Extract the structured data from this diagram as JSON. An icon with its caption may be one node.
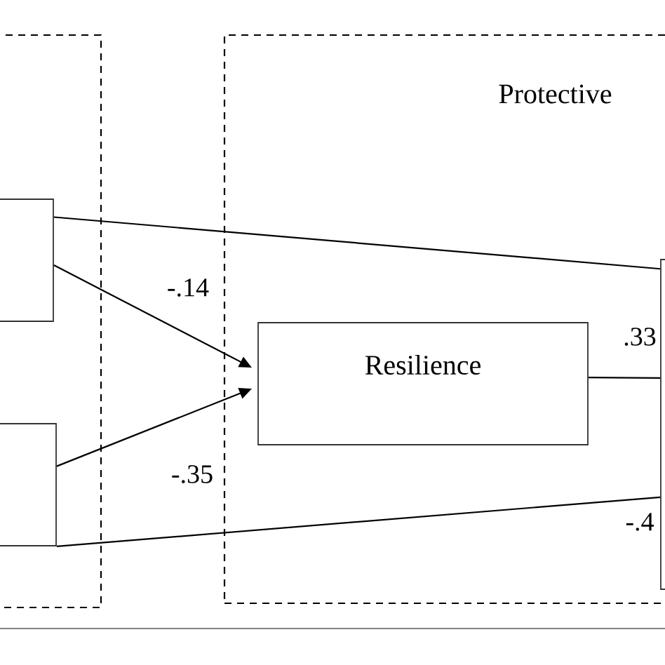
{
  "diagram": {
    "nodes": [
      {
        "text": [],
        "shape": "box"
      },
      {
        "text": [
          "Protective"
        ]
      },
      {
        "text": [],
        "shape": "box",
        "in": 0
      },
      {
        "text": [],
        "shape": "box",
        "in": 0
      },
      {
        "text": [
          "Resilience"
        ],
        "in": 1
      },
      {
        "text": [],
        "shape": "box",
        "in": 1
      }
    ],
    "edges": [
      {
        "from": 2,
        "to": 5,
        "arrow": "none"
      },
      {
        "from": 2,
        "to": 4,
        "arrow": "to",
        "label": "-.14"
      },
      {
        "from": 3,
        "to": 4,
        "arrow": "to",
        "label": "-.35"
      },
      {
        "from": 4,
        "to": 5,
        "arrow": "none",
        "label": ".33"
      },
      {
        "from": 3,
        "to": 5,
        "arrow": "none",
        "label": "-.4"
      }
    ]
  }
}
